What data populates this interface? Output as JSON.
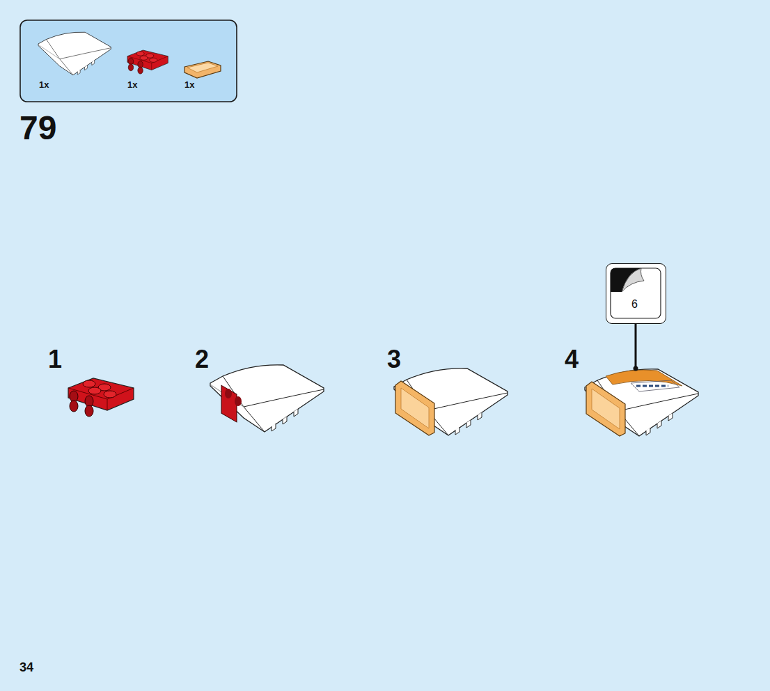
{
  "diagram": {
    "nodes": [
      {
        "text": [
          "1x",
          "1x",
          "1x"
        ]
      },
      {
        "text": [
          "6"
        ]
      }
    ],
    "labels": [
      "79",
      "1",
      "2",
      "3",
      "4",
      "34"
    ]
  }
}
